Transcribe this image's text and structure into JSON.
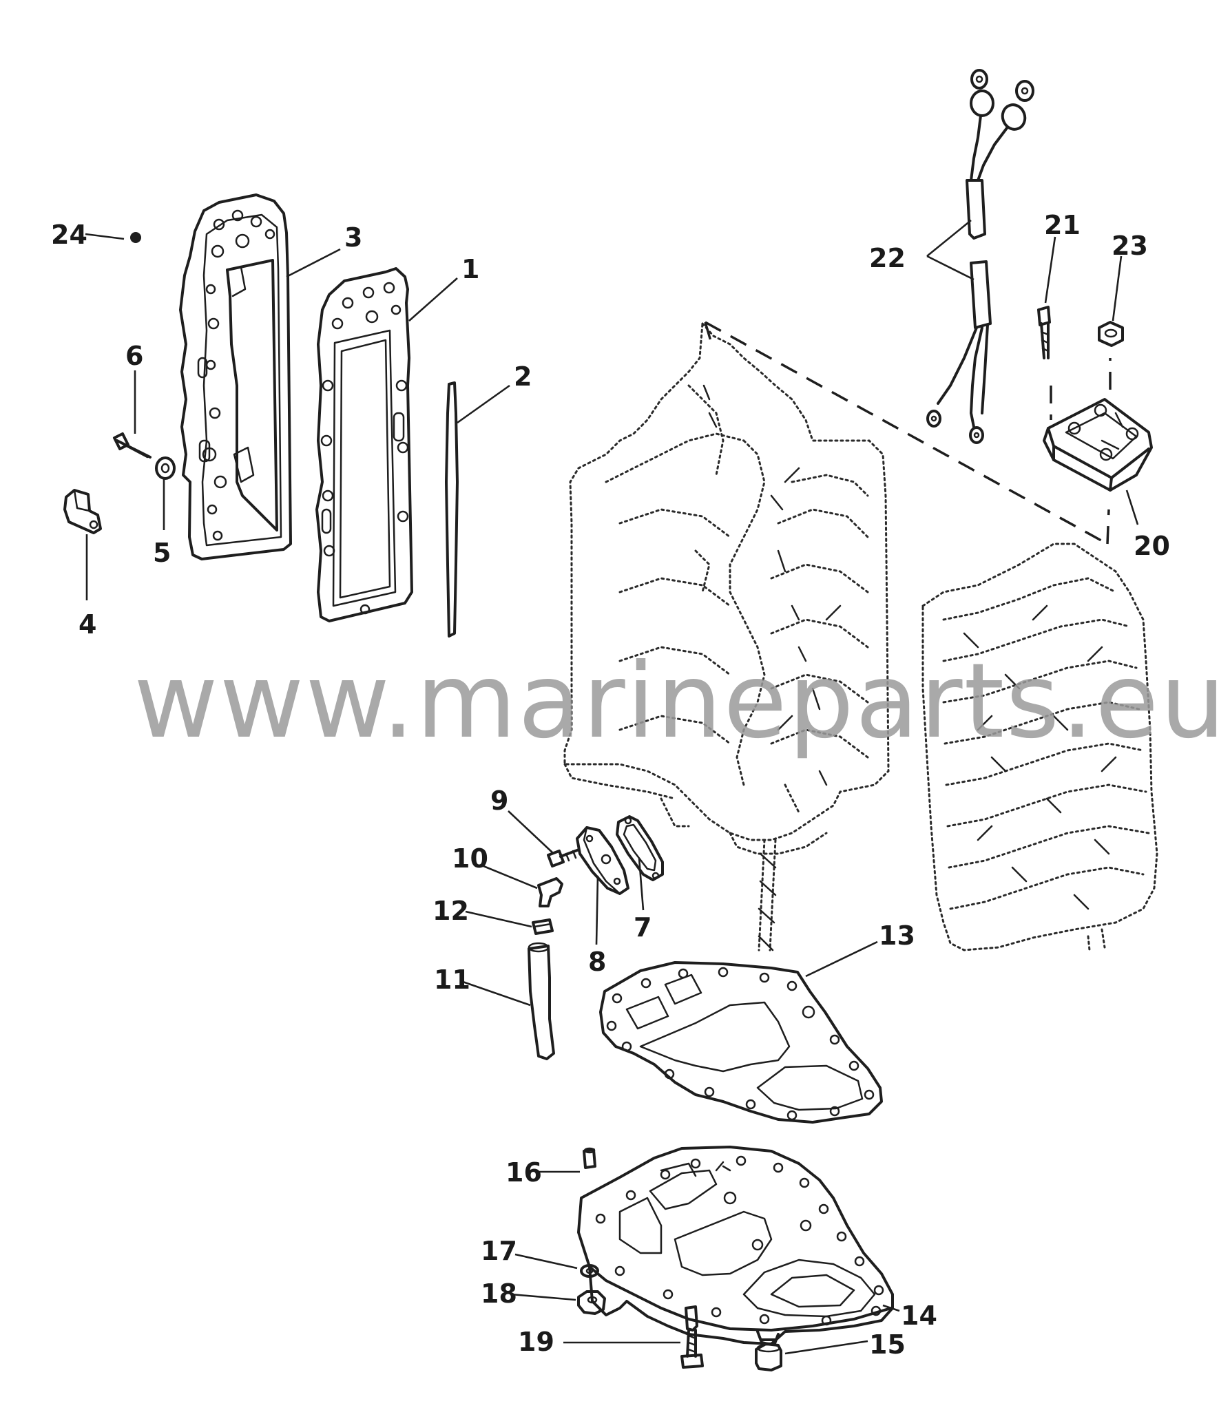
{
  "watermark": "www.marineparts.eu",
  "callouts": [
    {
      "id": "1",
      "label": "1"
    },
    {
      "id": "2",
      "label": "2"
    },
    {
      "id": "3",
      "label": "3"
    },
    {
      "id": "4",
      "label": "4"
    },
    {
      "id": "5",
      "label": "5"
    },
    {
      "id": "6",
      "label": "6"
    },
    {
      "id": "7",
      "label": "7"
    },
    {
      "id": "8",
      "label": "8"
    },
    {
      "id": "9",
      "label": "9"
    },
    {
      "id": "10",
      "label": "10"
    },
    {
      "id": "11",
      "label": "11"
    },
    {
      "id": "12",
      "label": "12"
    },
    {
      "id": "13",
      "label": "13"
    },
    {
      "id": "14",
      "label": "14"
    },
    {
      "id": "15",
      "label": "15"
    },
    {
      "id": "16",
      "label": "16"
    },
    {
      "id": "17",
      "label": "17"
    },
    {
      "id": "18",
      "label": "18"
    },
    {
      "id": "19",
      "label": "19"
    },
    {
      "id": "20",
      "label": "20"
    },
    {
      "id": "21",
      "label": "21"
    },
    {
      "id": "22",
      "label": "22"
    },
    {
      "id": "23",
      "label": "23"
    },
    {
      "id": "24",
      "label": "24"
    }
  ],
  "colors": {
    "ink": "#1e1e1e",
    "watermark": "#9a9a9a",
    "background": "#ffffff"
  }
}
